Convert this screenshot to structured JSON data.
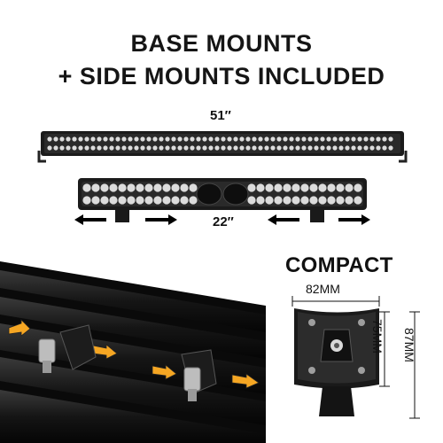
{
  "headline": {
    "line1": "BASE MOUNTS",
    "line2": "+ SIDE MOUNTS INCLUDED"
  },
  "bars": {
    "long_label": "51″",
    "short_label": "22″"
  },
  "compact": {
    "title": "COMPACT",
    "width_label": "82MM",
    "height_label_inner": "75MM",
    "height_label_outer": "87MM"
  },
  "colors": {
    "accent_arrow": "#f5a623",
    "bar_dark": "#1b1b1b",
    "text": "#111111"
  }
}
